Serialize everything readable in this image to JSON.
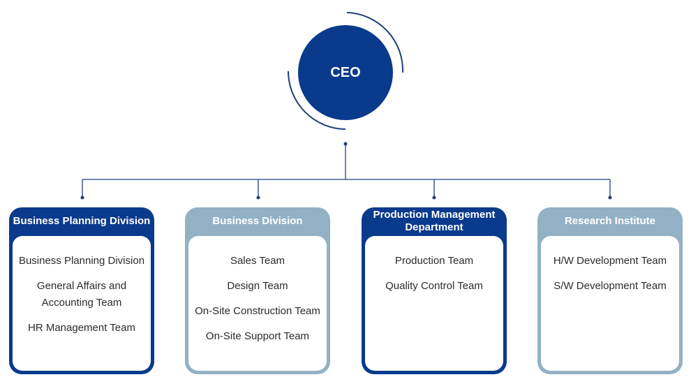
{
  "ceo": {
    "label": "CEO"
  },
  "colors": {
    "primary": "#0a3a8c",
    "secondary": "#93b1c4",
    "connector": "#1f3f7a"
  },
  "divisions": [
    {
      "title": "Business Planning Division",
      "style": "dark",
      "teams": [
        "Business Planning Division",
        "General Affairs and Accounting Team",
        "HR Management Team"
      ]
    },
    {
      "title": "Business Division",
      "style": "light",
      "teams": [
        "Sales Team",
        "Design Team",
        "On-Site Construction Team",
        "On-Site Support Team"
      ]
    },
    {
      "title": "Production Management Department",
      "style": "dark",
      "teams": [
        "Production Team",
        "Quality Control Team"
      ]
    },
    {
      "title": "Research Institute",
      "style": "light",
      "teams": [
        "H/W Development Team",
        "S/W Development Team"
      ]
    }
  ]
}
